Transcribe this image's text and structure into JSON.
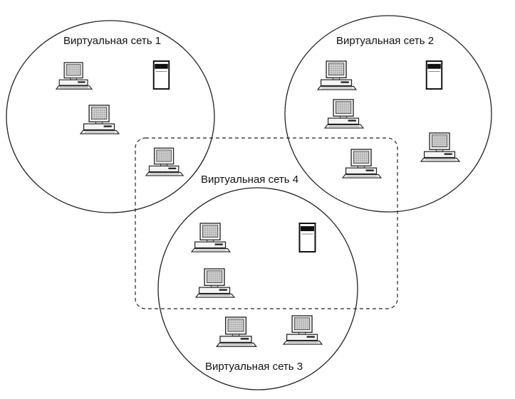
{
  "diagram": {
    "networks": [
      {
        "id": "vlan1",
        "label": "Виртуальная сеть 1",
        "shape": "circle"
      },
      {
        "id": "vlan2",
        "label": "Виртуальная сеть 2",
        "shape": "circle"
      },
      {
        "id": "vlan3",
        "label": "Виртуальная сеть 3",
        "shape": "circle"
      },
      {
        "id": "vlan4",
        "label": "Виртуальная сеть 4",
        "shape": "dashed-rounded-rectangle"
      }
    ],
    "devices": [
      {
        "type": "workstation",
        "icon": "workstation-icon"
      },
      {
        "type": "server",
        "icon": "server-icon"
      }
    ],
    "colors": {
      "stroke": "#222222",
      "monitor_screen": "#b8b8b8",
      "background": "#ffffff"
    }
  }
}
